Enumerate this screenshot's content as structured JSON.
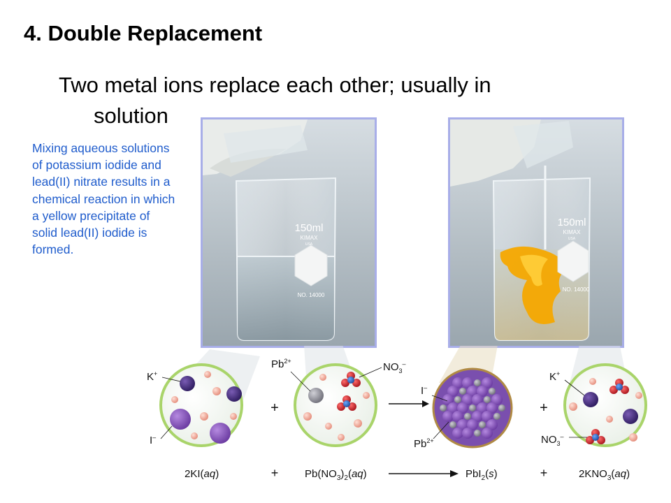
{
  "heading": "4.  Double Replacement",
  "subtitle": {
    "line1": "Two metal ions replace each other; usually in",
    "line2": "solution"
  },
  "caption": "Mixing aqueous solutions of potassium iodide and lead(II) nitrate results in a chemical reaction in which a yellow precipitate of solid lead(II) iodide is formed.",
  "beaker_label": {
    "volume": "150ml",
    "brand": "KIMAX",
    "origin": "USA",
    "number": "NO. 14000"
  },
  "ion_labels": {
    "k_plus": "K",
    "k_plus_sup": "+",
    "i_minus": "I",
    "i_minus_sup": "–",
    "pb2_plus": "Pb",
    "pb2_plus_sup": "2+",
    "no3_minus": "NO",
    "no3_minus_sub": "3",
    "no3_minus_sup": "–"
  },
  "equation": {
    "reactant1": "2KI",
    "reactant1_state": "aq",
    "plus1": "+",
    "reactant2": "Pb(NO",
    "reactant2_sub": "3",
    "reactant2_end": ")",
    "reactant2_sub2": "2",
    "reactant2_state": "aq",
    "product1": "PbI",
    "product1_sub": "2",
    "product1_state": "s",
    "plus2": "+",
    "product2": "2KNO",
    "product2_sub": "3",
    "product2_state": "aq"
  },
  "diagram_plus": "+",
  "colors": {
    "caption": "#1f5ccc",
    "photo_border": "#a8aee8",
    "precipitate": "#f5a800",
    "iodide": "#8a55b8",
    "potassium": "#4a2f7f",
    "lead": "#8e8e96",
    "nitrate_o": "#d0202a",
    "nitrate_n": "#2f6cc8",
    "water_o": "#f0a090"
  }
}
